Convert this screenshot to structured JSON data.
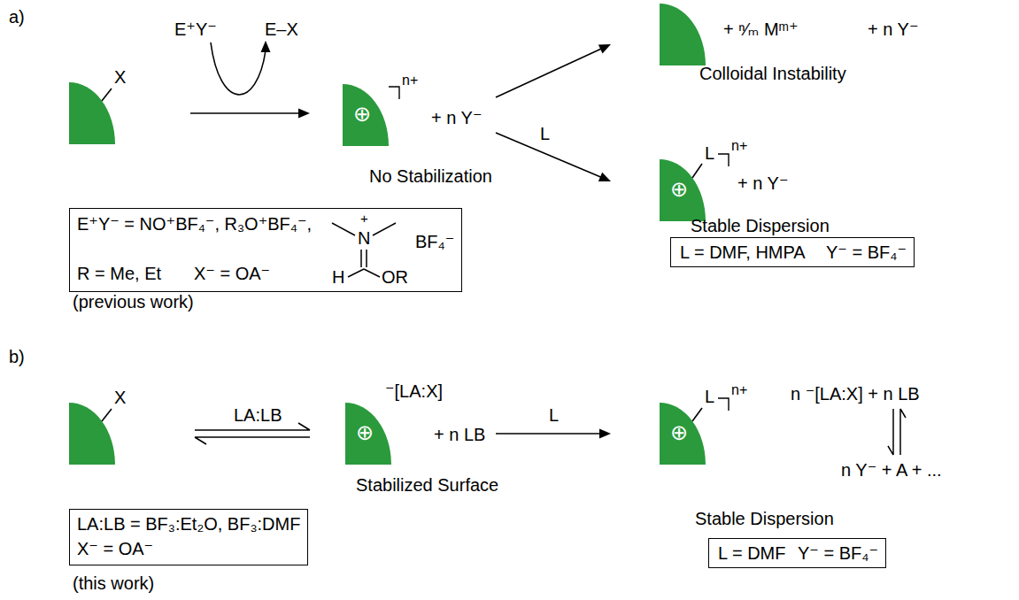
{
  "diagram": {
    "nodes": [
      {
        "text": [
          "X"
        ]
      },
      {
        "text": [
          "⊕",
          "n+",
          "+ n Y⁻",
          "No Stabilization"
        ]
      },
      {
        "text": [
          "+ ⁿ⁄ₘ Mᵐ⁺",
          "+ n Y⁻",
          "Colloidal Instability"
        ]
      },
      {
        "text": [
          "L",
          "⊕",
          "n+",
          "+ n Y⁻",
          "Stable Dispersion"
        ]
      },
      {
        "text": [
          "E⁺Y⁻ = NO⁺BF₄⁻, R₃O⁺BF₄⁻,",
          "+",
          "N",
          "BF₄⁻",
          "H",
          "OR",
          "R = Me, Et",
          "X⁻ = OA⁻"
        ]
      },
      {
        "text": [
          "L = DMF, HMPA",
          "Y⁻ = BF₄⁻"
        ]
      },
      {
        "text": [
          "X"
        ]
      },
      {
        "text": [
          "⊕",
          "⁻[LA:X]",
          "+ n LB",
          "Stabilized Surface"
        ]
      },
      {
        "text": [
          "L",
          "⊕",
          "n+",
          "n ⁻[LA:X] + n LB",
          "n Y⁻ + A + ...",
          "Stable Dispersion"
        ]
      },
      {
        "text": [
          "LA:LB = BF₃:Et₂O, BF₃:DMF",
          "X⁻ = OA⁻"
        ]
      },
      {
        "text": [
          "L = DMF",
          "Y⁻ = BF₄⁻"
        ]
      }
    ],
    "edges": [
      {
        "from": 0,
        "to": 1,
        "arrow": "to",
        "label": "E⁺Y⁻"
      },
      {
        "from": 1,
        "to": 2,
        "arrow": "to"
      },
      {
        "from": 1,
        "to": 3,
        "arrow": "to",
        "label": "L"
      },
      {
        "from": 6,
        "to": 7,
        "arrow": "both",
        "label": "LA:LB"
      },
      {
        "from": 7,
        "to": 8,
        "arrow": "to",
        "label": "L"
      }
    ],
    "labels": [
      "a)",
      "E–X",
      "(previous work)",
      "b)",
      "(this work)"
    ]
  }
}
